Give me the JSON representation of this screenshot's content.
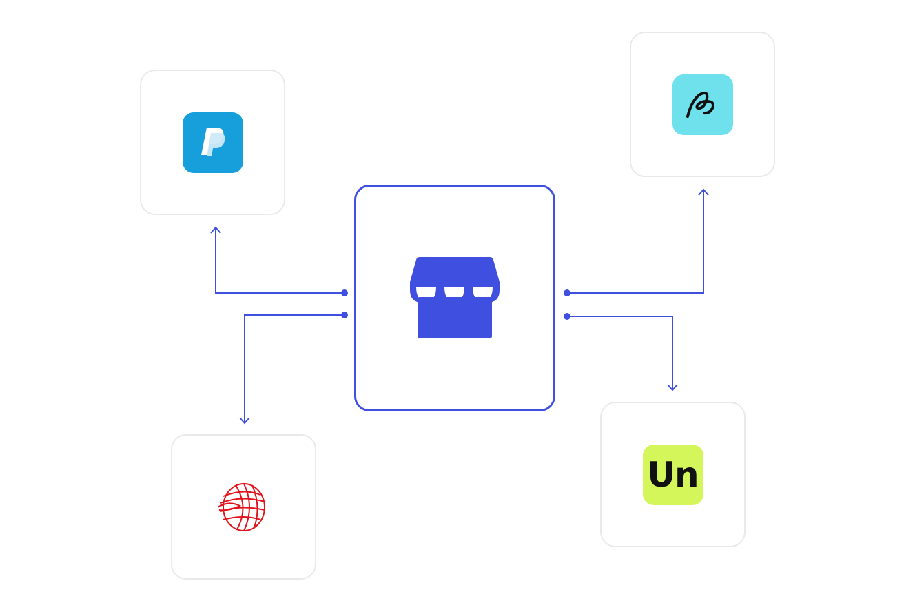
{
  "hub": {
    "icon": "storefront-icon",
    "color": "#3f4fe0"
  },
  "integrations": [
    {
      "id": "paypal",
      "icon": "paypal-logo-icon",
      "color": "#169fdb",
      "label": ""
    },
    {
      "id": "afterpay",
      "icon": "afterpay-logo-icon",
      "color": "#6ee1ec",
      "label": ""
    },
    {
      "id": "wirecard",
      "icon": "red-sphere-logo-icon",
      "color": "#e0121b",
      "label": ""
    },
    {
      "id": "unzer",
      "icon": "unzer-logo-icon",
      "color": "#d4f65b",
      "label": "Un"
    }
  ],
  "colors": {
    "connector": "#3f4fe0",
    "card_border": "#e9e9ec"
  }
}
